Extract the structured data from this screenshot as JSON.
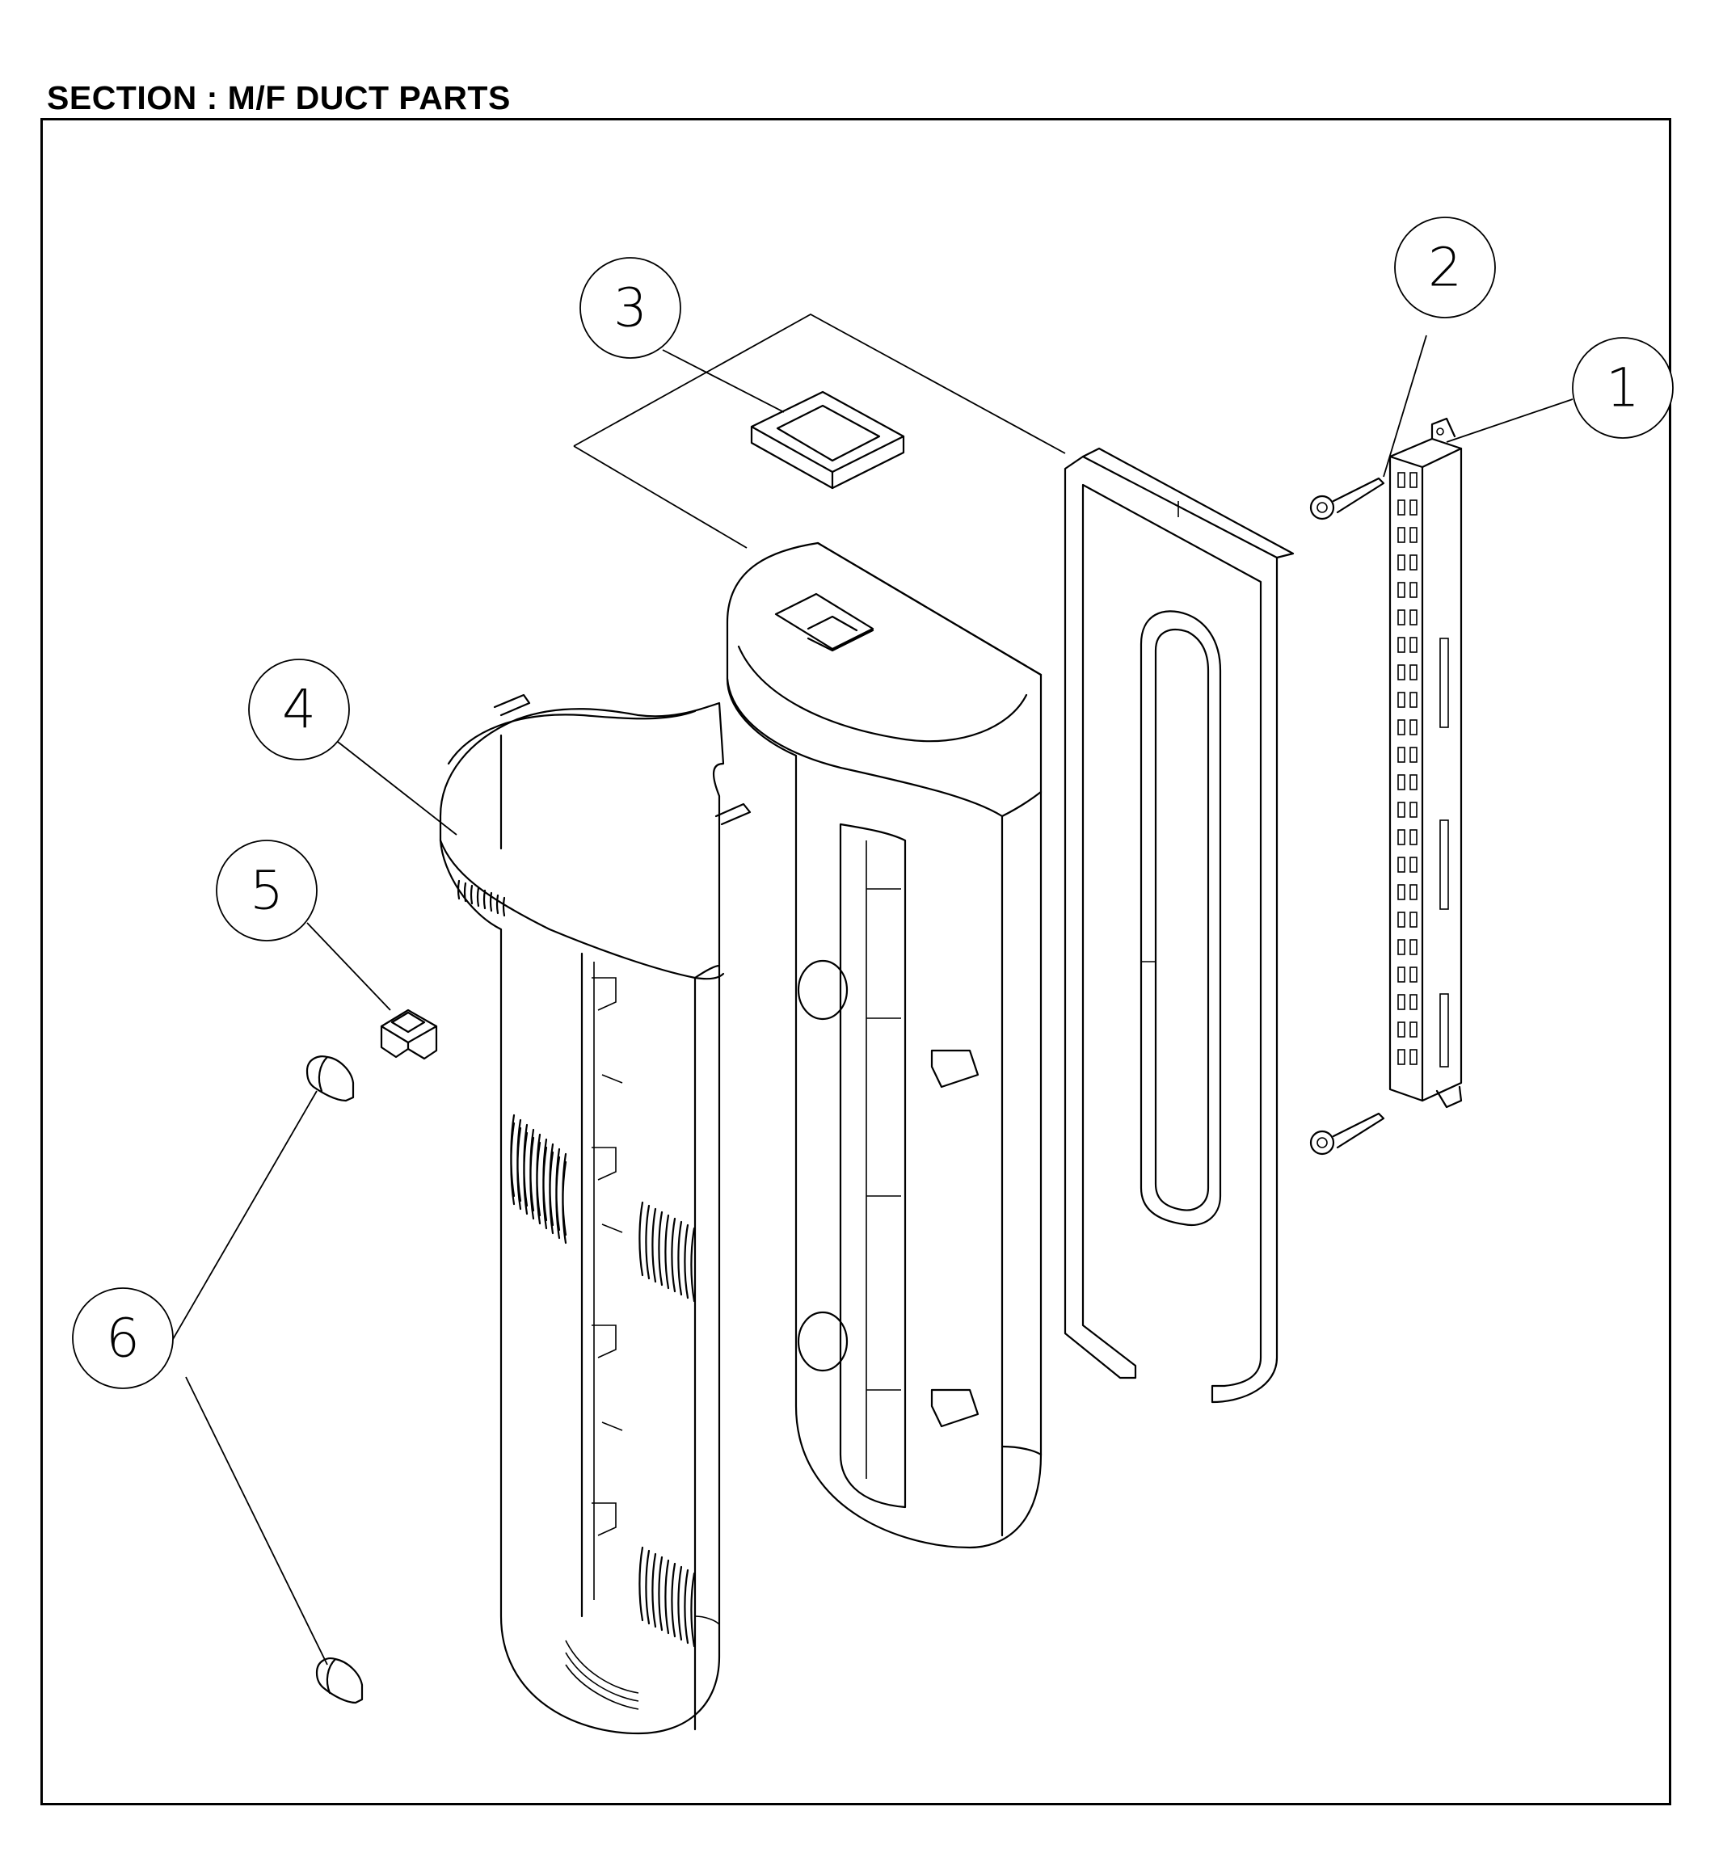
{
  "section_title": "SECTION : M/F DUCT PARTS",
  "callouts": [
    {
      "label": "1"
    },
    {
      "label": "2"
    },
    {
      "label": "3"
    },
    {
      "label": "4"
    },
    {
      "label": "5"
    },
    {
      "label": "6"
    }
  ],
  "parts": [
    "bracket",
    "screw",
    "seal-pad",
    "front-duct-cover",
    "clip",
    "cap",
    "rear-duct",
    "gasket"
  ]
}
